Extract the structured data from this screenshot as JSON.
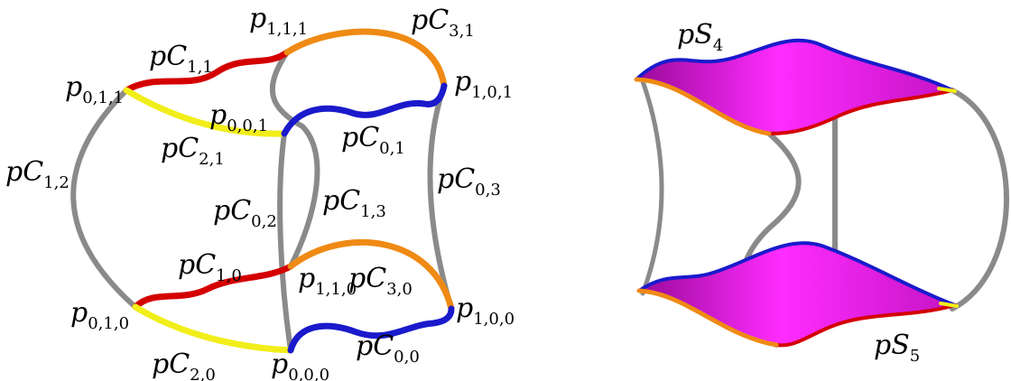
{
  "colors": {
    "red": "#d40000",
    "yellow": "#f2ee1a",
    "gray": "#8a8a8a",
    "blue": "#1a1acc",
    "orange": "#ef8a14",
    "magenta": "#e61ee6",
    "background": "#ffffff"
  },
  "left_figure": {
    "points": {
      "p011": {
        "base": "p",
        "sub": "0,1,1"
      },
      "p111": {
        "base": "p",
        "sub": "1,1,1"
      },
      "p101": {
        "base": "p",
        "sub": "1,0,1"
      },
      "p001": {
        "base": "p",
        "sub": "0,0,1"
      },
      "p010": {
        "base": "p",
        "sub": "0,1,0"
      },
      "p110": {
        "base": "p",
        "sub": "1,1,0"
      },
      "p100": {
        "base": "p",
        "sub": "1,0,0"
      },
      "p000": {
        "base": "p",
        "sub": "0,0,0"
      }
    },
    "curves": {
      "c11": {
        "base": "pC",
        "sub": "1,1"
      },
      "c31": {
        "base": "pC",
        "sub": "3,1"
      },
      "c21": {
        "base": "pC",
        "sub": "2,1"
      },
      "c01": {
        "base": "pC",
        "sub": "0,1"
      },
      "c12": {
        "base": "pC",
        "sub": "1,2"
      },
      "c03": {
        "base": "pC",
        "sub": "0,3"
      },
      "c02": {
        "base": "pC",
        "sub": "0,2"
      },
      "c13": {
        "base": "pC",
        "sub": "1,3"
      },
      "c10": {
        "base": "pC",
        "sub": "1,0"
      },
      "c30": {
        "base": "pC",
        "sub": "3,0"
      },
      "c20": {
        "base": "pC",
        "sub": "2,0"
      },
      "c00": {
        "base": "pC",
        "sub": "0,0"
      }
    }
  },
  "right_figure": {
    "surfaces": {
      "s4": {
        "base": "pS",
        "sub": "4"
      },
      "s5": {
        "base": "pS",
        "sub": "5"
      }
    }
  }
}
